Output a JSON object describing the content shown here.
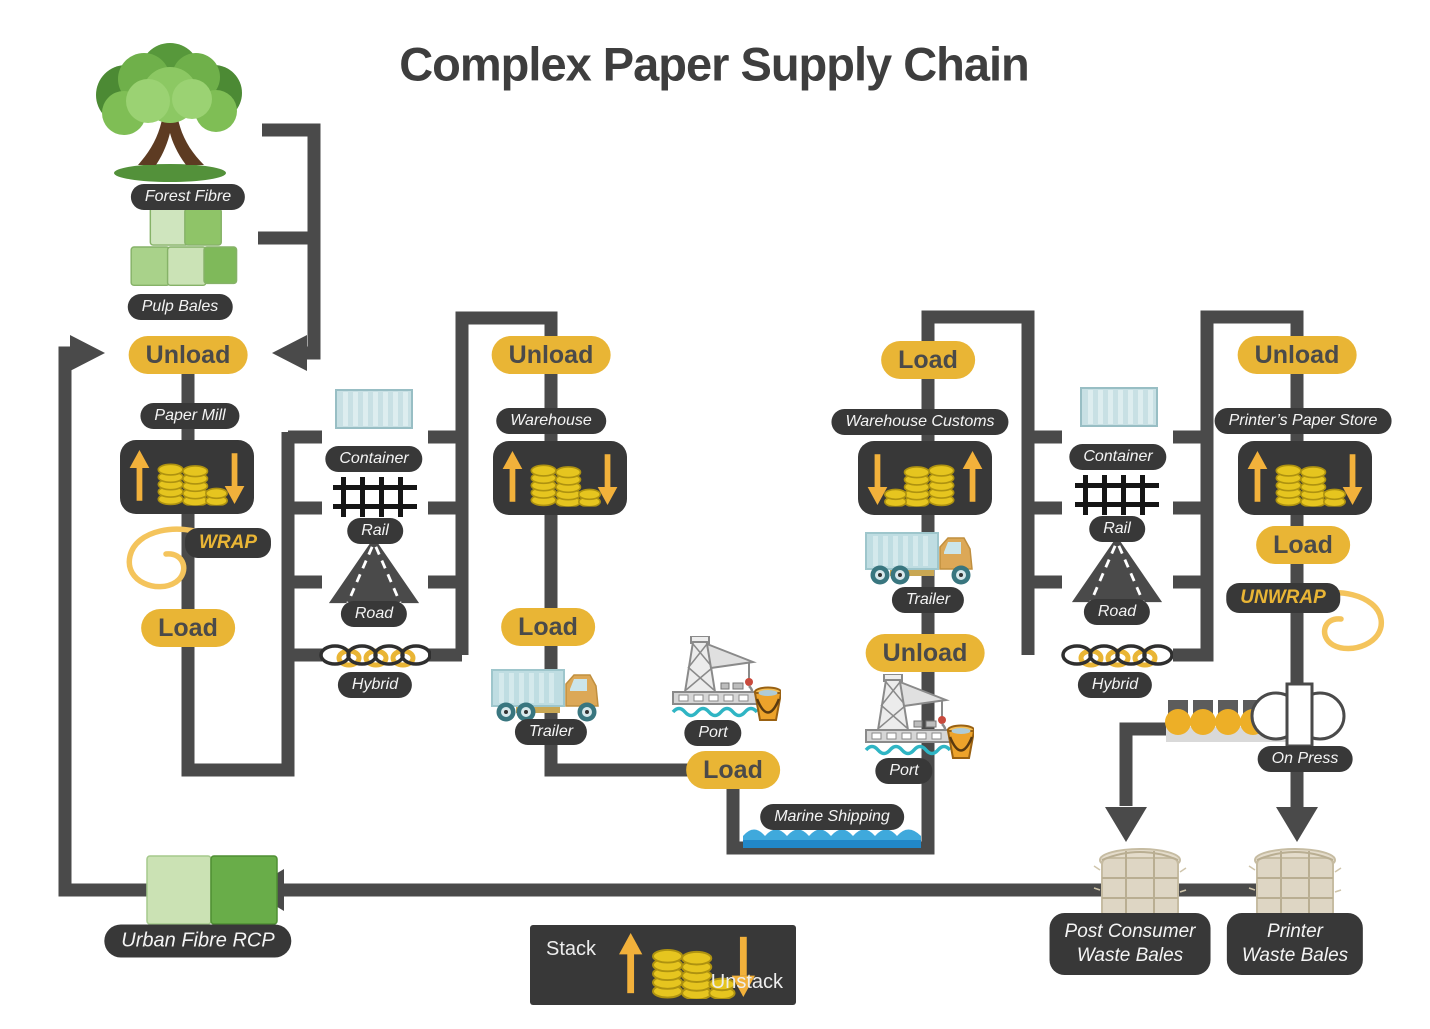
{
  "title": "Complex Paper Supply Chain",
  "colors": {
    "accent_yellow": "#E9B535",
    "line_gray": "#4A4A4A",
    "pill_dark": "#383838",
    "coin_gold": "#E6C51F",
    "water_blue": "#3FA9DC",
    "bale_beige": "#DED6C4",
    "leaf_green": "#6FB04A"
  },
  "icons": [
    "tree-icon",
    "pulp-bales-icon",
    "container-icon",
    "rail-track-icon",
    "road-icon",
    "chain-link-icon",
    "truck-trailer-icon",
    "port-crane-icon",
    "coin-stack-icon",
    "up-arrow-icon",
    "down-arrow-icon",
    "wrap-ribbon-icon",
    "unwrap-ribbon-icon",
    "printing-press-icon",
    "waste-bale-icon",
    "recycled-bale-icon",
    "water-waves-icon"
  ],
  "sources": {
    "forest_fibre": "Forest Fibre",
    "pulp_bales": "Pulp Bales",
    "urban_fibre_rcp": "Urban Fibre RCP"
  },
  "stages": {
    "paper_mill": {
      "unload": "Unload",
      "name": "Paper Mill",
      "wrap": "WRAP",
      "load": "Load"
    },
    "transport_left": {
      "container": "Container",
      "rail": "Rail",
      "road": "Road",
      "hybrid": "Hybrid"
    },
    "warehouse": {
      "unload": "Unload",
      "name": "Warehouse",
      "load": "Load",
      "trailer": "Trailer"
    },
    "marine_leg": {
      "load": "Load",
      "port_origin": "Port",
      "name": "Marine Shipping",
      "port_destination": "Port",
      "unload": "Unload"
    },
    "warehouse_customs": {
      "load": "Load",
      "name": "Warehouse Customs",
      "trailer": "Trailer"
    },
    "transport_right": {
      "container": "Container",
      "rail": "Rail",
      "road": "Road",
      "hybrid": "Hybrid"
    },
    "printer_store": {
      "unload": "Unload",
      "name": "Printer’s Paper Store",
      "load": "Load",
      "unwrap": "UNWRAP",
      "on_press": "On Press"
    },
    "outputs": {
      "post_consumer_line1": "Post Consumer",
      "post_consumer_line2": "Waste Bales",
      "printer_line1": "Printer",
      "printer_line2": "Waste Bales"
    }
  },
  "legend": {
    "stack": "Stack",
    "unstack": "Unstack"
  }
}
